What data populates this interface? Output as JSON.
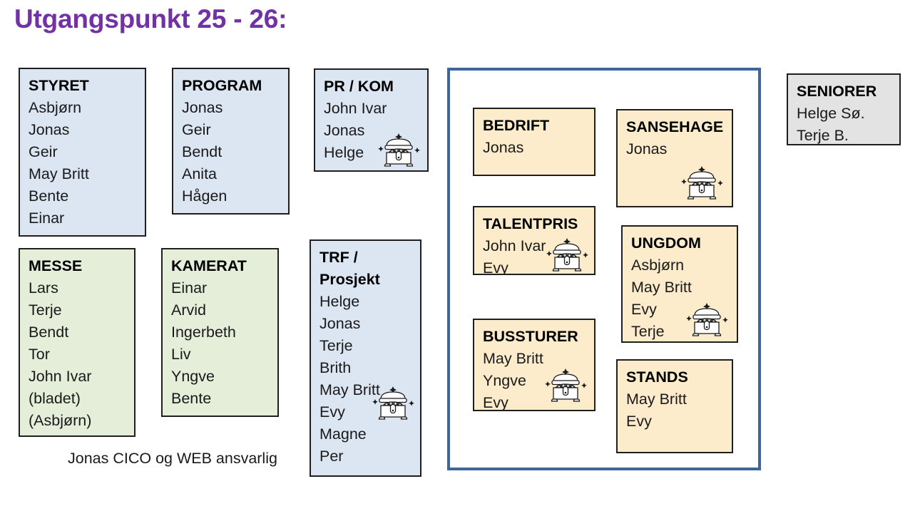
{
  "title": "Utgangspunkt 25 - 26:",
  "colors": {
    "title": "#7231a5",
    "blue_card": "#dce6f2",
    "green_card": "#e4eed9",
    "yellow_card": "#fdeccb",
    "gray_card": "#e3e3e3",
    "frame_border": "#3f6699",
    "card_border": "#1a1a1a"
  },
  "icons": {
    "treasure": "treasure-chest-icon"
  },
  "left_columns": {
    "cards": [
      {
        "id": "styret",
        "header": "STYRET",
        "members": [
          "Asbjørn",
          "Jonas",
          "Geir",
          "May Britt",
          "Bente",
          "Einar"
        ],
        "color": "blue",
        "has_chest": false
      },
      {
        "id": "program",
        "header": "PROGRAM",
        "members": [
          "Jonas",
          "Geir",
          "Bendt",
          "Anita",
          "Hågen"
        ],
        "color": "blue",
        "has_chest": false
      },
      {
        "id": "pr-kom",
        "header": "PR / KOM",
        "members": [
          "John Ivar",
          "Jonas",
          "Helge"
        ],
        "color": "blue",
        "has_chest": true
      },
      {
        "id": "messe",
        "header": "MESSE",
        "members": [
          "Lars",
          "Terje",
          "Bendt",
          "Tor",
          "John Ivar",
          "(bladet)",
          "(Asbjørn)"
        ],
        "color": "green",
        "has_chest": false
      },
      {
        "id": "kamerat",
        "header": "KAMERAT",
        "members": [
          "Einar",
          "Arvid",
          "Ingerbeth",
          "Liv",
          "Yngve",
          "Bente"
        ],
        "color": "green",
        "has_chest": false
      },
      {
        "id": "trf-prosjekt",
        "header": "TRF /\nProsjekt",
        "members": [
          "Helge",
          "Jonas",
          "Terje",
          "Brith",
          "May Britt",
          "Evy",
          "Magne",
          "Per"
        ],
        "color": "blue",
        "has_chest": true
      }
    ],
    "footnote": "Jonas CICO og WEB ansvarlig"
  },
  "group_frame": {
    "cards": [
      {
        "id": "bedrift",
        "header": "BEDRIFT",
        "members": [
          "Jonas"
        ],
        "color": "yellow",
        "has_chest": false
      },
      {
        "id": "talentpris",
        "header": "TALENTPRIS",
        "members": [
          "John Ivar",
          "Evy"
        ],
        "color": "yellow",
        "has_chest": true
      },
      {
        "id": "bussturer",
        "header": "BUSSTURER",
        "members": [
          "May Britt",
          "Yngve",
          "Evy"
        ],
        "color": "yellow",
        "has_chest": true
      },
      {
        "id": "sansehage",
        "header": "SANSEHAGE",
        "members": [
          "Jonas"
        ],
        "color": "yellow",
        "has_chest": true
      },
      {
        "id": "ungdom",
        "header": "UNGDOM",
        "members": [
          "Asbjørn",
          "May Britt",
          "Evy",
          "Terje"
        ],
        "color": "yellow",
        "has_chest": true
      },
      {
        "id": "stands",
        "header": "STANDS",
        "members": [
          "May Britt",
          "Evy"
        ],
        "color": "yellow",
        "has_chest": false
      }
    ]
  },
  "right_column": {
    "cards": [
      {
        "id": "seniorer",
        "header": "SENIORER",
        "members": [
          "Helge Sø.",
          "Terje B."
        ],
        "color": "gray",
        "has_chest": false
      }
    ]
  }
}
